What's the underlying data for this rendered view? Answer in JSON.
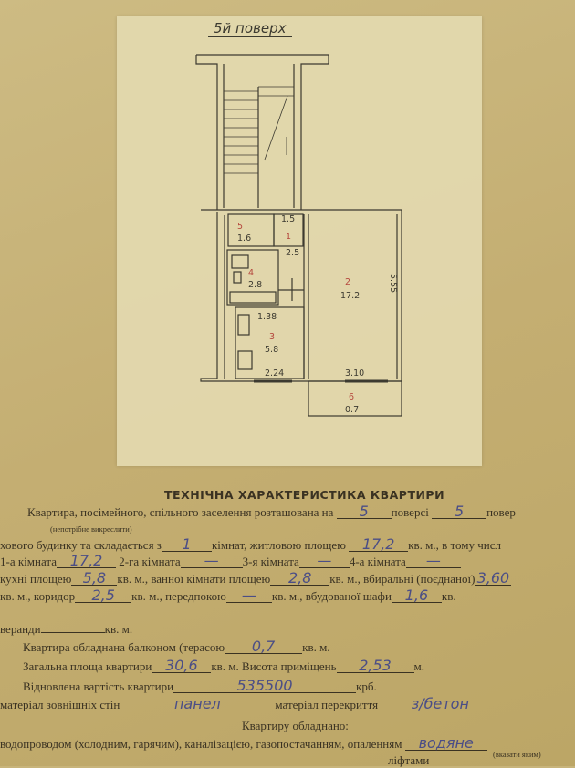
{
  "plan": {
    "title": "5й поверх",
    "rooms": [
      {
        "num": "5",
        "area": "1.6"
      },
      {
        "num": "1",
        "area": "2.5"
      },
      {
        "num": "4",
        "area": "2.8"
      },
      {
        "num": "3",
        "area": "5.8"
      },
      {
        "num": "2",
        "area": "17.2"
      },
      {
        "num": "6",
        "area": "0.7"
      }
    ],
    "dims": {
      "corridor_width": "1.5",
      "kitchen_top": "1.38",
      "kitchen_bottom": "2.24",
      "room_width": "3.10",
      "room_length": "5.55"
    }
  },
  "form": {
    "title": "ТЕХНІЧНА ХАРАКТЕРИСТИКА КВАРТИРИ",
    "l1": {
      "a": "Квартира, посімейного, спільного заселення розташована на",
      "floor": "5",
      "b": "поверсі",
      "floors": "5",
      "c": "повер"
    },
    "note1": "(непотрібне викреслити)",
    "l2": {
      "a": "хового будинку та складається з",
      "rooms": "1",
      "b": "кімнат, житловою площею",
      "living_area": "17,2",
      "c": "кв. м., в тому числ"
    },
    "l3": {
      "a": "1-а кімната",
      "r1": "17,2",
      "b": "2-га кімната",
      "r2": "—",
      "c": "3-я кімната",
      "r3": "—",
      "d": "4-а кімната",
      "r4": "—"
    },
    "l4": {
      "a": "кухні площею",
      "kitchen": "5,8",
      "b": "кв. м., ванної кімнати площею",
      "bath": "2,8",
      "c": "кв. м., вбиральні (поєднаної)",
      "wc": "3,60"
    },
    "l5": {
      "a": "кв. м., коридор",
      "corridor": "2,5",
      "b": "кв. м., передпокою",
      "hall": "—",
      "c": "кв. м., вбудованої шафи",
      "closet": "1,6",
      "d": "кв."
    },
    "l6": {
      "a": "веранди",
      "veranda": "",
      "b": "кв. м."
    },
    "l7": {
      "a": "Квартира обладнана балконом (терасою",
      "balcony": "0,7",
      "b": "кв. м."
    },
    "l8": {
      "a": "Загальна площа квартири",
      "total": "30,6",
      "b": "кв. м. Висота приміщень",
      "height": "2,53",
      "c": "м."
    },
    "l9": {
      "a": "Відновлена вартість квартири",
      "cost": "535500",
      "b": "крб."
    },
    "l10": {
      "a": "матеріал зовнішніх стін",
      "walls": "панел",
      "b": "матеріал перекриття",
      "floors_mat": "з/бетон"
    },
    "equipped": "Квартиру обладнано:",
    "l11": {
      "a": "водопроводом (холодним, гарячим), каналізацією, газопостачанням, опаленням",
      "heating": "водяне"
    },
    "note2": "(вказати яким)",
    "l12": {
      "a": "ліфтами"
    }
  }
}
